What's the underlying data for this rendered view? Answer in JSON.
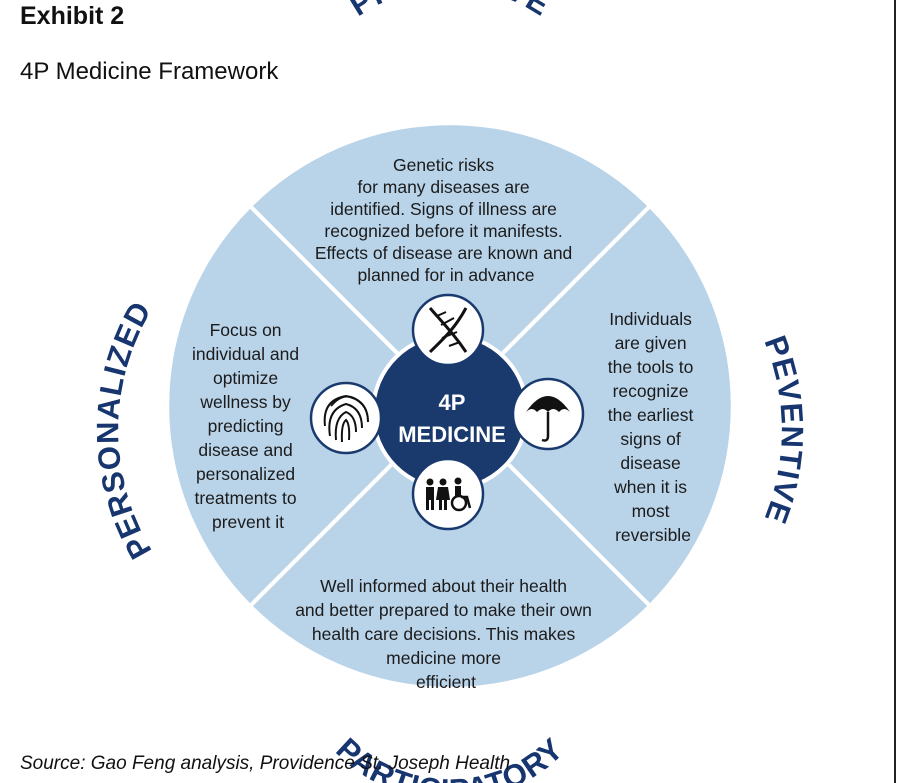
{
  "exhibit_label": "Exhibit 2",
  "subtitle": "4P Medicine Framework",
  "source": "Source: Gao Feng analysis, Providence St. Joseph Health",
  "center": {
    "line1": "4P",
    "line2": "MEDICINE"
  },
  "segments": {
    "predictive": {
      "title": "PREDICTIVE",
      "lines": [
        "Genetic risks",
        "for many diseases are",
        "identified. Signs of illness are",
        "recognized before it manifests.",
        "Effects of disease are known and",
        "planned for in advance"
      ]
    },
    "preventive": {
      "title": "PEVENTIVE",
      "lines": [
        "Individuals",
        "are given",
        "the tools to",
        "recognize",
        "the earliest",
        "signs of",
        "disease",
        "when it is",
        "most",
        "reversible"
      ]
    },
    "participatory": {
      "title": "PARTICIPATORY",
      "lines": [
        "Well informed about their health",
        "and better prepared to make their own",
        "health care decisions. This makes",
        "medicine more",
        "efficient"
      ]
    },
    "personalized": {
      "title": "PERSONALIZED",
      "lines": [
        "Focus on",
        "individual and",
        "optimize",
        "wellness by",
        "predicting",
        "disease and",
        "personalized",
        "treatments to",
        "prevent it"
      ]
    }
  },
  "icons": [
    "dna-icon",
    "umbrella-icon",
    "people-icon",
    "fingerprint-icon"
  ],
  "colors": {
    "segment_fill": "#b9d3e9",
    "center_fill": "#1a3a6e",
    "label_color": "#17356e",
    "icon_fill": "#ffffff",
    "icon_stroke": "#1a3a6e"
  }
}
